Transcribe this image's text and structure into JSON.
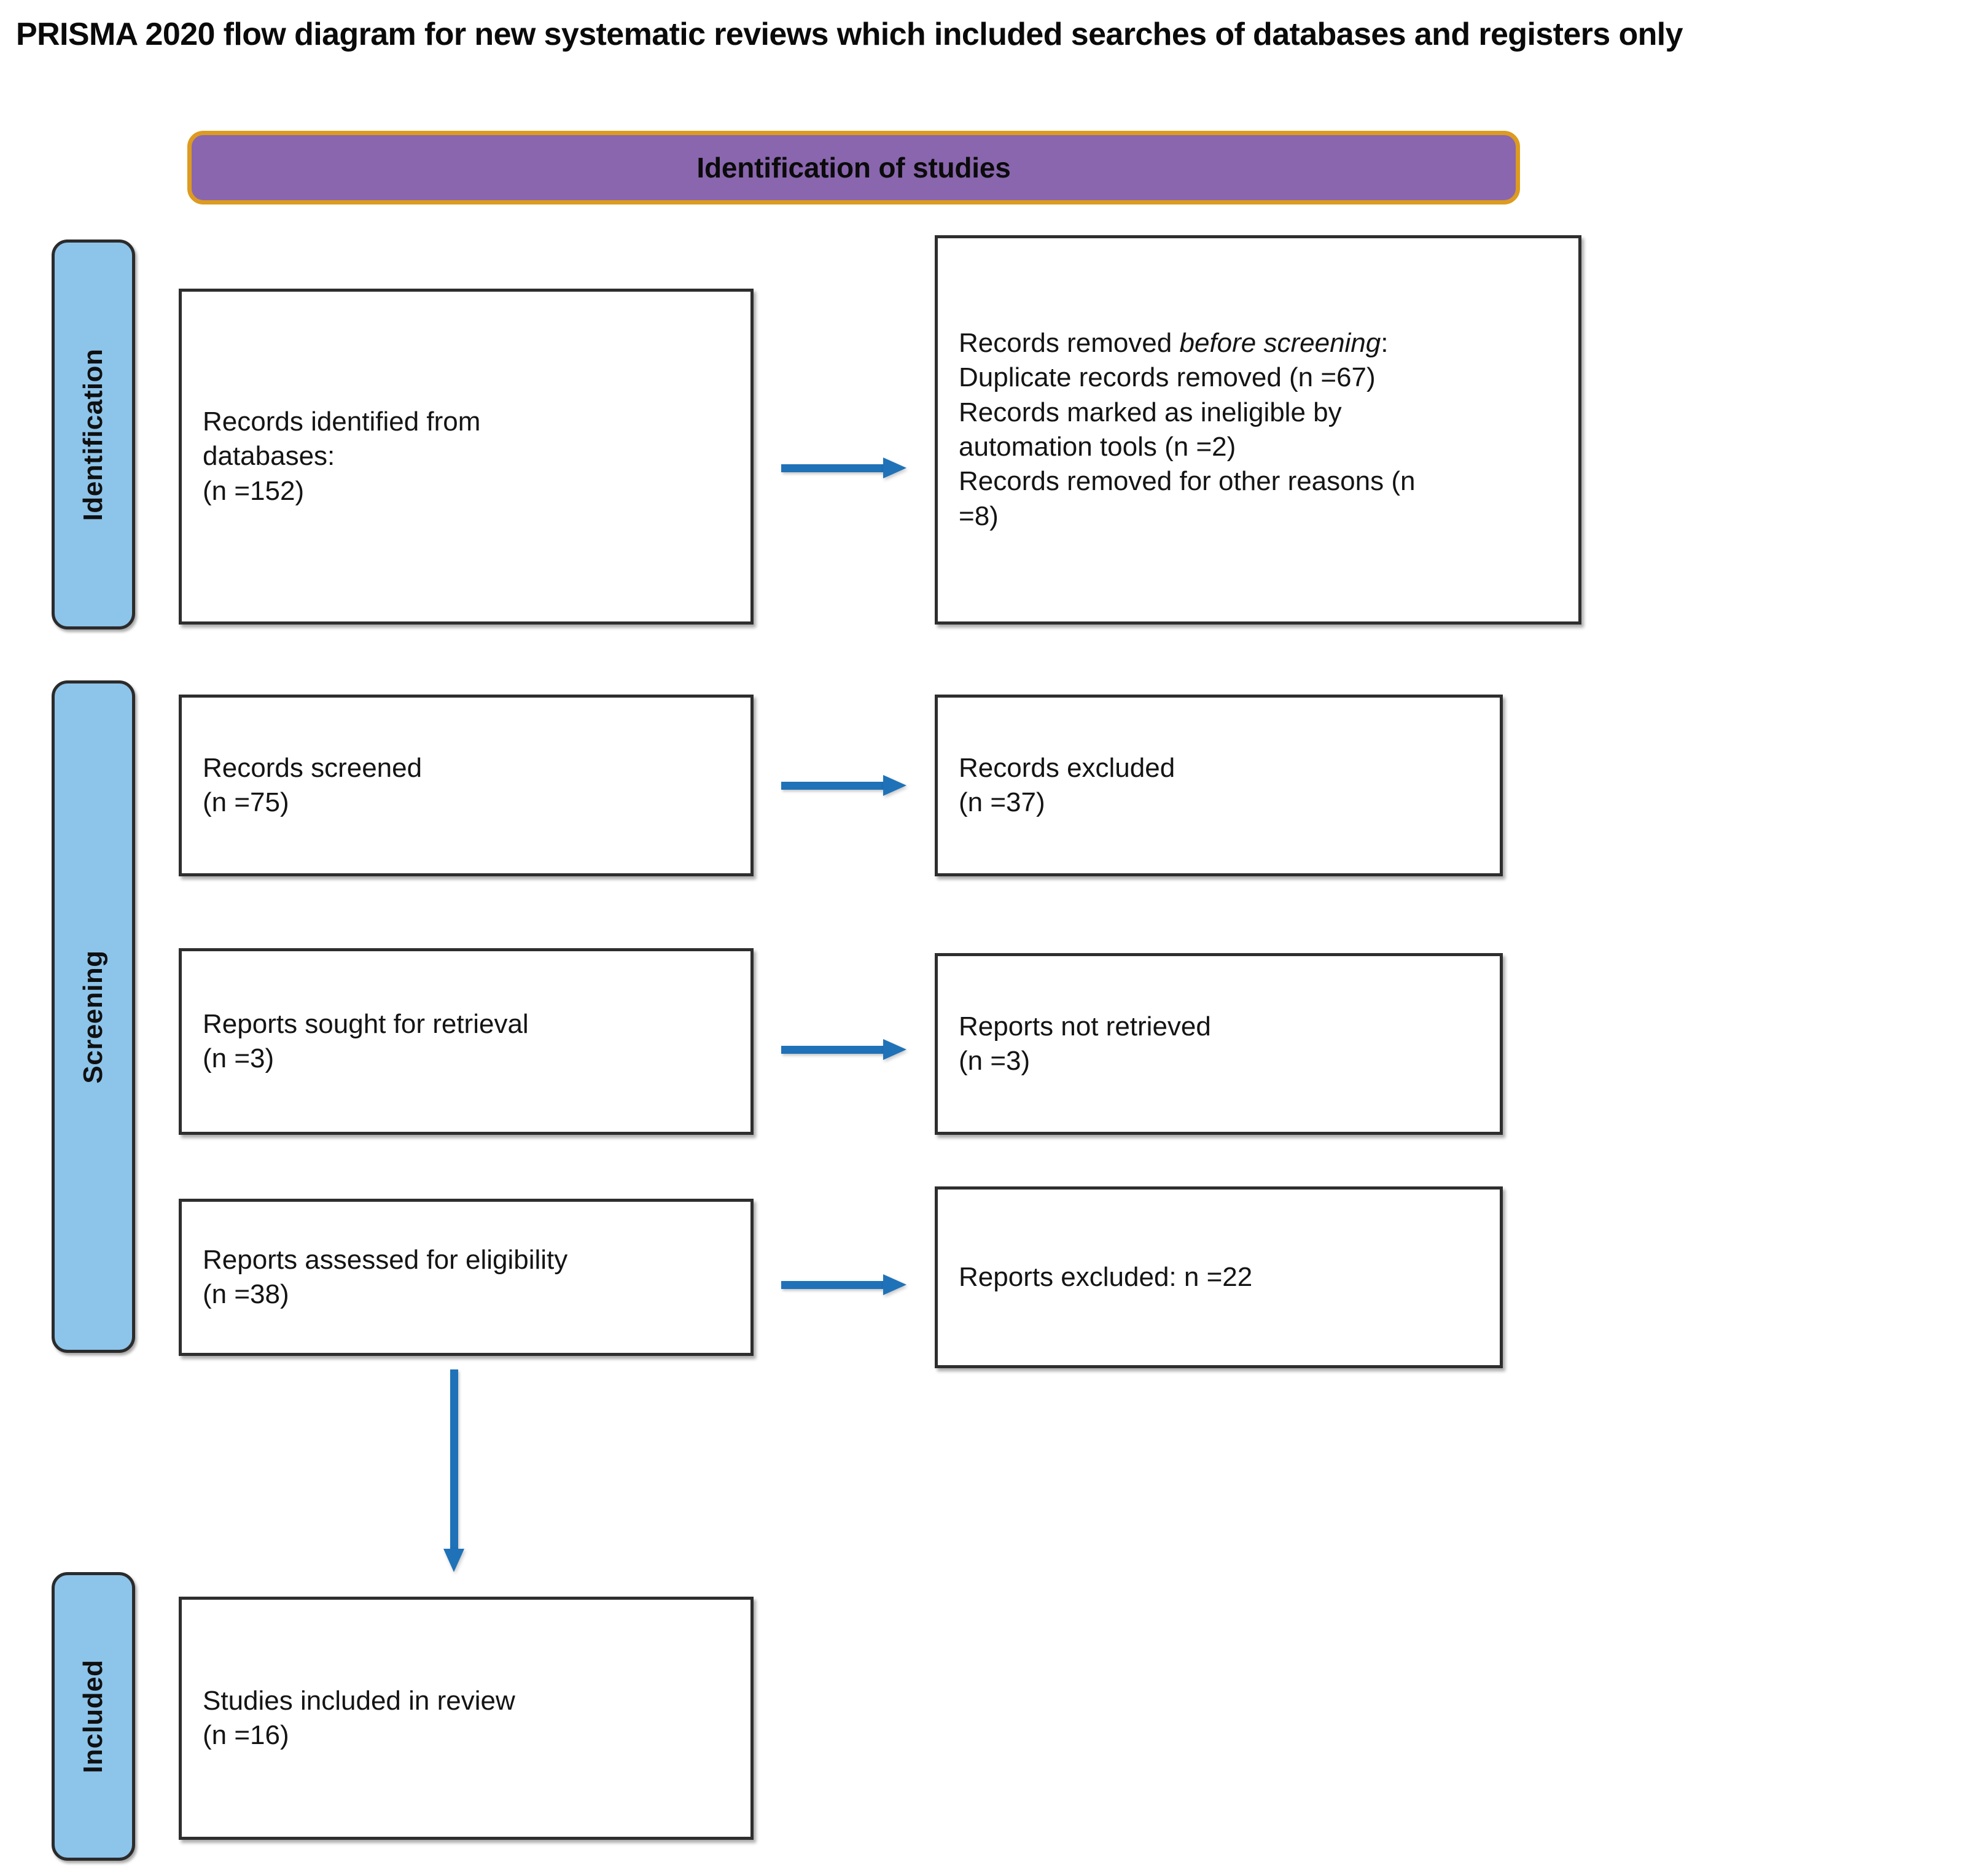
{
  "page": {
    "title": "PRISMA 2020 flow diagram for new systematic reviews which included searches of databases and registers only"
  },
  "colors": {
    "banner_fill": "#8A66AE",
    "banner_border": "#DD9B20",
    "rail_fill": "#8DC4EA",
    "arrow": "#1F72B8",
    "box_border": "#2E2E2E",
    "box_fill": "#FFFFFF"
  },
  "banner": {
    "label": "Identification of studies"
  },
  "rails": [
    {
      "id": "identification",
      "label": "Identification"
    },
    {
      "id": "screening",
      "label": "Screening"
    },
    {
      "id": "included",
      "label": "Included"
    }
  ],
  "chart_data": {
    "type": "diagram",
    "title": "PRISMA 2020 flow diagram for new systematic reviews which included searches of databases and registers only",
    "phases": [
      "Identification",
      "Screening",
      "Included"
    ],
    "nodes": [
      {
        "id": "identified",
        "phase": "Identification",
        "label": "Records identified from databases:",
        "n": 152
      },
      {
        "id": "removed",
        "phase": "Identification",
        "label": "Records removed before screening",
        "n": null
      },
      {
        "id": "duplicates",
        "phase": "Identification",
        "label": "Duplicate records removed",
        "n": 67
      },
      {
        "id": "ineligible",
        "phase": "Identification",
        "label": "Records marked as ineligible by automation tools",
        "n": 2
      },
      {
        "id": "other_reasons",
        "phase": "Identification",
        "label": "Records removed for other reasons",
        "n": 8
      },
      {
        "id": "screened",
        "phase": "Screening",
        "label": "Records screened",
        "n": 75
      },
      {
        "id": "rec_excluded",
        "phase": "Screening",
        "label": "Records excluded",
        "n": 37
      },
      {
        "id": "sought",
        "phase": "Screening",
        "label": "Reports sought for retrieval",
        "n": 3
      },
      {
        "id": "not_retrieved",
        "phase": "Screening",
        "label": "Reports not retrieved",
        "n": 3
      },
      {
        "id": "assessed",
        "phase": "Screening",
        "label": "Reports assessed for eligibility",
        "n": 38
      },
      {
        "id": "rep_excluded",
        "phase": "Screening",
        "label": "Reports excluded",
        "n": 22
      },
      {
        "id": "included",
        "phase": "Included",
        "label": "Studies included in review",
        "n": 16
      }
    ],
    "edges": [
      {
        "from": "identified",
        "to": "removed",
        "direction": "right"
      },
      {
        "from": "screened",
        "to": "rec_excluded",
        "direction": "right"
      },
      {
        "from": "sought",
        "to": "not_retrieved",
        "direction": "right"
      },
      {
        "from": "assessed",
        "to": "rep_excluded",
        "direction": "right"
      },
      {
        "from": "assessed",
        "to": "included",
        "direction": "down"
      }
    ]
  },
  "boxes": {
    "identified": {
      "line1": "Records identified from",
      "line2": "databases:",
      "line3": "(n =152)"
    },
    "removed": {
      "line1_prefix": "Records removed ",
      "line1_em": "before screening",
      "line1_suffix": ":",
      "line2": "Duplicate records removed (n =67)",
      "line3": "Records marked as ineligible by",
      "line4": "automation tools (n =2)",
      "line5": "Records removed for other reasons (n",
      "line6": "=8)"
    },
    "screened": {
      "line1": "Records screened",
      "line2": "(n =75)"
    },
    "records_excluded": {
      "line1": "Records excluded",
      "line2": "(n =37)"
    },
    "sought": {
      "line1": "Reports sought for retrieval",
      "line2": "(n =3)"
    },
    "not_retrieved": {
      "line1": "Reports not retrieved",
      "line2": "(n =3)"
    },
    "assessed": {
      "line1": "Reports assessed for eligibility",
      "line2": "(n =38)"
    },
    "reports_excluded": {
      "line1": "Reports excluded: n =22"
    },
    "included": {
      "line1": "Studies included in review",
      "line2": "(n =16)"
    }
  }
}
